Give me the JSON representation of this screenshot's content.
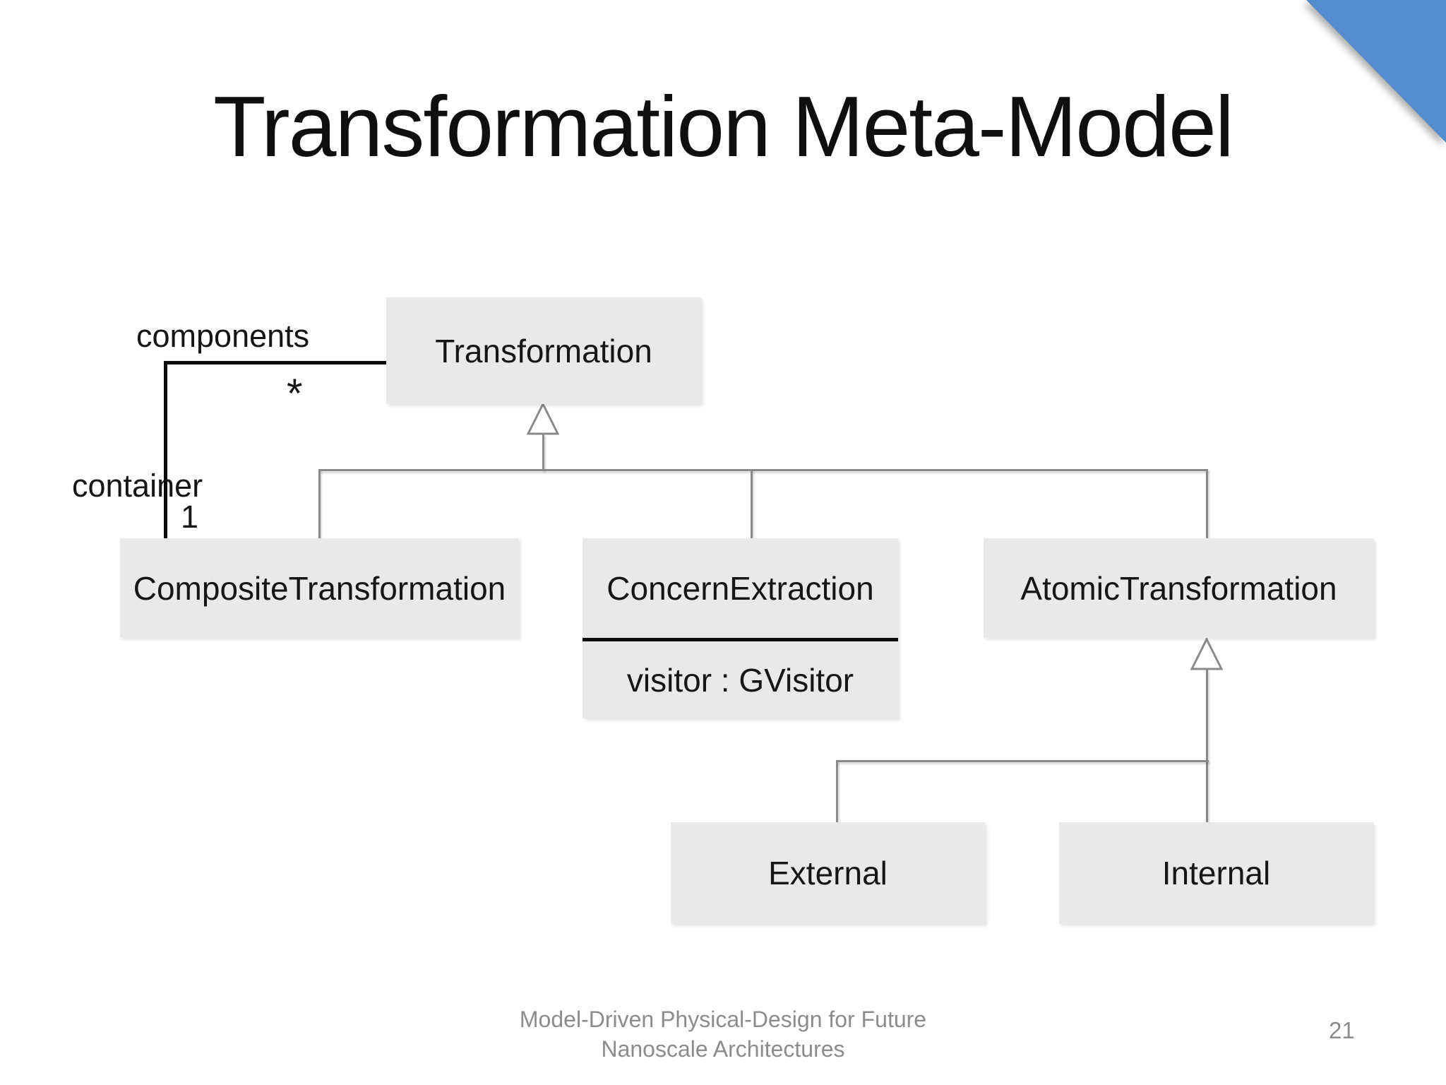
{
  "slide": {
    "title": "Transformation Meta-Model",
    "footer": {
      "line1": "Model-Driven Physical-Design for Future",
      "line2": "Nanoscale Architectures"
    },
    "page_number": "21"
  },
  "diagram": {
    "nodes": {
      "transformation": {
        "label": "Transformation"
      },
      "composite": {
        "label": "CompositeTransformation"
      },
      "concern": {
        "label": "ConcernExtraction",
        "attribute": "visitor : GVisitor"
      },
      "atomic": {
        "label": "AtomicTransformation"
      },
      "external": {
        "label": "External"
      },
      "internal": {
        "label": "Internal"
      }
    },
    "association": {
      "name": "components",
      "components_multiplicity": "*",
      "role": "container",
      "container_multiplicity": "1"
    },
    "edges": [
      {
        "type": "generalization",
        "from": "CompositeTransformation",
        "to": "Transformation"
      },
      {
        "type": "generalization",
        "from": "ConcernExtraction",
        "to": "Transformation"
      },
      {
        "type": "generalization",
        "from": "AtomicTransformation",
        "to": "Transformation"
      },
      {
        "type": "generalization",
        "from": "External",
        "to": "AtomicTransformation"
      },
      {
        "type": "generalization",
        "from": "Internal",
        "to": "AtomicTransformation"
      },
      {
        "type": "association",
        "from": "Transformation",
        "to": "CompositeTransformation",
        "near_source_label": "components",
        "near_source_multiplicity": "*",
        "near_target_label": "container",
        "near_target_multiplicity": "1"
      }
    ]
  },
  "colors": {
    "node_fill": "#e9e9e9",
    "node_text": "#161616",
    "inheritance_line": "#8a8a8a",
    "association_line": "#0a0a0a",
    "corner_accent": "#558ccd",
    "footer_text": "#8c8c8c",
    "title_text": "#0f0f0f"
  }
}
